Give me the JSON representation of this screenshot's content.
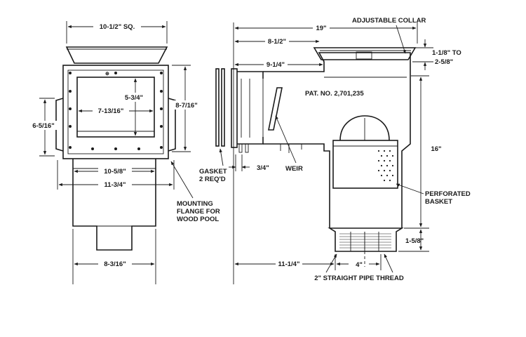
{
  "left_view": {
    "dims": {
      "top_width": "10-1/2\" SQ.",
      "opening_height": "5-3/4\"",
      "opening_width": "7-13/16\"",
      "flange_height": "8-7/16\"",
      "left_height": "6-5/16\"",
      "inner_width": "10-5/8\"",
      "outer_width": "11-3/4\"",
      "bottom_width": "8-3/16\""
    },
    "labels": {
      "mounting_flange": [
        "MOUNTING",
        "FLANGE FOR",
        "WOOD POOL"
      ]
    }
  },
  "right_view": {
    "dims": {
      "overall_length": "19\"",
      "to_collar": "8-1/2\"",
      "to_mouth": "9-1/4\"",
      "collar_range": [
        "1-1/8\" TO",
        "2-5/8\""
      ],
      "body_height": "16\"",
      "thread_height": "1-5/8\"",
      "gasket_thickness": "3/4\"",
      "base_offset": "11-1/4\"",
      "pipe_width": "4\""
    },
    "labels": {
      "adjustable_collar": "ADJUSTABLE COLLAR",
      "patent": "PAT. NO. 2,701,235",
      "weir": "WEIR",
      "gasket": [
        "GASKET",
        "2 REQ'D"
      ],
      "basket": [
        "PERFORATED",
        "BASKET"
      ],
      "pipe_thread": "2\" STRAIGHT PIPE THREAD"
    }
  }
}
